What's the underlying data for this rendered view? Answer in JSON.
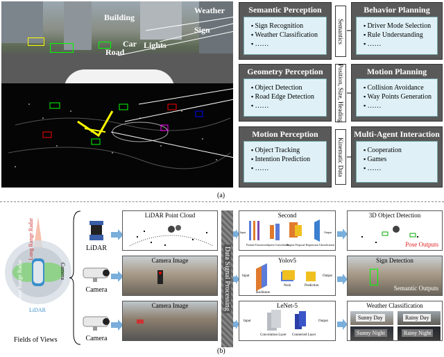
{
  "top": {
    "camera_labels": {
      "building": "Building",
      "weather": "Weather",
      "sign": "Sign",
      "car": "Car",
      "lights": "Lights",
      "road": "Road"
    },
    "modules": {
      "semantic_perception": {
        "title": "Semantic Perception",
        "items": [
          "Sign Recognition",
          "Weather Classification",
          "……"
        ]
      },
      "geometry_perception": {
        "title": "Geometry Perception",
        "items": [
          "Object Detection",
          "Road Edge Detection",
          "……"
        ]
      },
      "motion_perception": {
        "title": "Motion Perception",
        "items": [
          "Object Tracking",
          "Intention Prediction",
          "……"
        ]
      },
      "behavior_planning": {
        "title": "Behavior Planning",
        "items": [
          "Driver Mode Selection",
          "Rule Understanding",
          "……"
        ]
      },
      "motion_planning": {
        "title": "Motion Planning",
        "items": [
          "Collision Avoidance",
          "Way Points Generation",
          "……"
        ]
      },
      "multi_agent": {
        "title": "Multi-Agent Interaction",
        "items": [
          "Cooperation",
          "Games",
          "……"
        ]
      }
    },
    "connectors": {
      "semantics": "Semantics",
      "position": "Position, Size, Heading",
      "kinematic": "Kinematic Data"
    },
    "caption": "(a)"
  },
  "bottom": {
    "fov": {
      "long_range_radar": "Long Range Radar",
      "camera": "Camera",
      "short_range_radar": "Short Range Radar",
      "lidar": "LiDAR",
      "label": "Fields of Views"
    },
    "sensors": {
      "lidar": "LiDAR",
      "camera1": "Camera",
      "camera2": "Camera"
    },
    "raw": {
      "lidar": "LiDAR Point Cloud",
      "camera1": "Camera Image",
      "camera2": "Camera Image"
    },
    "dsp": "Data Signal Processing",
    "nets": {
      "second": {
        "title": "Second",
        "labels": [
          "Input",
          "Feature Extraction",
          "Sparse Convolution",
          "Region Proposal",
          "Regression Classification",
          "Output"
        ]
      },
      "yolo": {
        "title": "Yolov5",
        "labels": [
          "Input",
          "Backbone",
          "Neck",
          "Prediction",
          "Output"
        ]
      },
      "lenet": {
        "title": "LeNet-5",
        "labels": [
          "Input",
          "Convolution Layer",
          "Connected Layer",
          "Output"
        ]
      }
    },
    "outputs": {
      "detection": {
        "title": "3D Object Detection",
        "tag": "Pose Outputs"
      },
      "sign": {
        "title": "Sign Detection",
        "tag": "Semantic Outputs"
      },
      "weather": {
        "title": "Weather Classification",
        "classes": [
          "Sunny Day",
          "Rainy Day",
          "Sunny Night",
          "Rainy Night"
        ]
      }
    },
    "caption": "(b)"
  }
}
